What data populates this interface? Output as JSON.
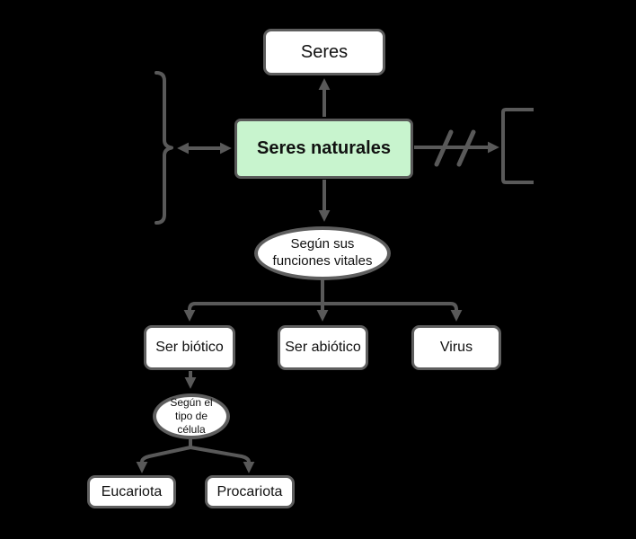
{
  "diagram": {
    "colors": {
      "background": "#000000",
      "connector": "#595959",
      "node_border": "#5e5e5e",
      "node_fill": "#ffffff",
      "highlight_fill": "#c8f4ce",
      "text": "#111111"
    },
    "nodes": {
      "seres": {
        "label": "Seres",
        "shape": "rounded-box"
      },
      "seres_naturales": {
        "label": "Seres naturales",
        "shape": "rounded-box",
        "emphasis": "bold-green"
      },
      "segun_funciones": {
        "label": "Según sus funciones vitales",
        "shape": "ellipse"
      },
      "ser_biotico": {
        "label": "Ser biótico",
        "shape": "rounded-box"
      },
      "ser_abiotico": {
        "label": "Ser abiótico",
        "shape": "rounded-box"
      },
      "virus": {
        "label": "Virus",
        "shape": "rounded-box"
      },
      "segun_tipo_celula": {
        "label": "Según el tipo de célula",
        "shape": "ellipse"
      },
      "eucariota": {
        "label": "Eucariota",
        "shape": "rounded-box"
      },
      "procariota": {
        "label": "Procariota",
        "shape": "rounded-box"
      }
    },
    "edges": [
      {
        "from": "seres_naturales",
        "to": "seres",
        "style": "arrow"
      },
      {
        "from": "left_curly_brace",
        "to": "seres_naturales",
        "style": "double-headed-arrow"
      },
      {
        "from": "seres_naturales",
        "to": "right_square_bracket",
        "style": "arrow-crossed-by-double-slash"
      },
      {
        "from": "seres_naturales",
        "to": "segun_funciones",
        "style": "arrow"
      },
      {
        "from": "segun_funciones",
        "to": "ser_biotico",
        "style": "arrow"
      },
      {
        "from": "segun_funciones",
        "to": "ser_abiotico",
        "style": "arrow"
      },
      {
        "from": "segun_funciones",
        "to": "virus",
        "style": "arrow"
      },
      {
        "from": "ser_biotico",
        "to": "segun_tipo_celula",
        "style": "arrow"
      },
      {
        "from": "segun_tipo_celula",
        "to": "eucariota",
        "style": "arrow"
      },
      {
        "from": "segun_tipo_celula",
        "to": "procariota",
        "style": "arrow"
      }
    ],
    "decorations": [
      {
        "name": "left-curly-brace",
        "glyph": "}"
      },
      {
        "name": "double-slash-break",
        "glyph": "//"
      },
      {
        "name": "right-square-bracket",
        "glyph": "["
      }
    ]
  }
}
